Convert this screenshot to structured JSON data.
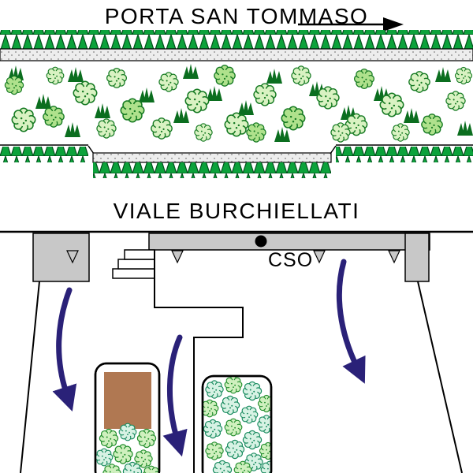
{
  "labels": {
    "top_street": "PORTA SAN TOMMASO",
    "bottom_street": "VIALE BURCHIELLATI",
    "cso": "CSO"
  },
  "icons": {
    "direction_arrow": "right-arrow",
    "flow_arrow": "curved-down-arrow",
    "bush": "shrub-scalloped",
    "grass": "grass-tuft",
    "hedge": "triangle-hedge-row",
    "drain": "down-triangle-spout"
  },
  "colors": {
    "hedge_green": "#0CA23B",
    "hedge_outline": "#004F1A",
    "bush_light": "#D9F2C2",
    "bush_dark": "#AFE18C",
    "bush_outline": "#157A22",
    "bush_teal": "#D7F2E4",
    "bush_teal_outline": "#178A5E",
    "grass_green": "#0B6E1F",
    "path_gray": "#EDEDED",
    "road_gray": "#C8C8C8",
    "soil_brown": "#B07852",
    "arrow_navy": "#2A2178",
    "line_black": "#000000"
  }
}
